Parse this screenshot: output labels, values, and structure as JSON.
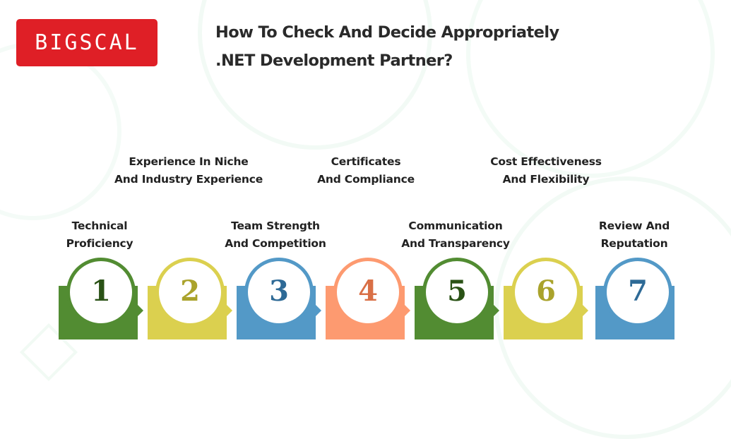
{
  "logo": {
    "text": "BIGSCAL",
    "color": "#df1f26"
  },
  "title": {
    "line1": "How To Check And Decide Appropriately",
    "line2": ".NET Development Partner?"
  },
  "steps": [
    {
      "number": "1",
      "line1": "Technical",
      "line2": "Proficiency",
      "position": "below",
      "fill": "#528c32",
      "num_color": "#2a5216"
    },
    {
      "number": "2",
      "line1": "Experience In Niche",
      "line2": "And Industry Experience",
      "position": "above",
      "fill": "#dbd04f",
      "num_color": "#aaa32c"
    },
    {
      "number": "3",
      "line1": "Team Strength",
      "line2": "And Competition",
      "position": "below",
      "fill": "#5399c7",
      "num_color": "#2e6a96"
    },
    {
      "number": "4",
      "line1": "Certificates",
      "line2": "And Compliance",
      "position": "above",
      "fill": "#fd9a70",
      "num_color": "#d96f46"
    },
    {
      "number": "5",
      "line1": "Communication",
      "line2": "And Transparency",
      "position": "below",
      "fill": "#528c32",
      "num_color": "#2a5216"
    },
    {
      "number": "6",
      "line1": "Cost Effectiveness",
      "line2": "And Flexibility",
      "position": "above",
      "fill": "#dbd04f",
      "num_color": "#aaa32c"
    },
    {
      "number": "7",
      "line1": "Review And",
      "line2": "Reputation",
      "position": "below",
      "fill": "#5399c7",
      "num_color": "#2e6a96"
    }
  ]
}
